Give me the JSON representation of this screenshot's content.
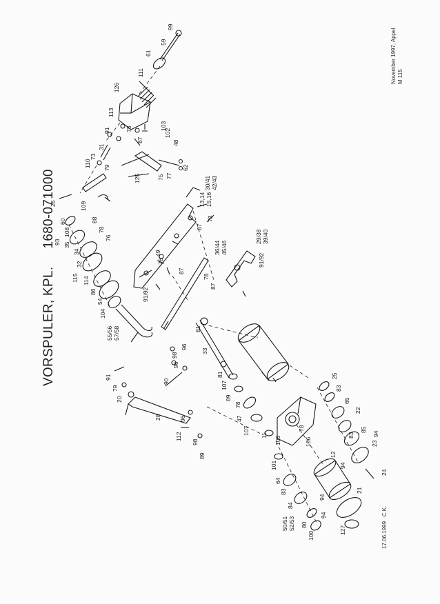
{
  "title": {
    "name": "VORSPULER, KPL.",
    "number": "1680-071000"
  },
  "stamp": {
    "date": "November 1997, Appel",
    "code": "M 115"
  },
  "footer": {
    "date": "17.06.1999",
    "initials": "C.K."
  },
  "colors": {
    "ink": "#1a1a1a",
    "paper": "#fbfbfb"
  },
  "callouts": [
    "99",
    "59",
    "61",
    "111",
    "126",
    "113",
    "78",
    "103",
    "91",
    "102",
    "48",
    "87",
    "31",
    "73",
    "110",
    "79",
    "125",
    "75",
    "77",
    "62",
    "26",
    "60",
    "109",
    "88",
    "78",
    "76",
    "93",
    "108",
    "35",
    "34",
    "32",
    "115",
    "114",
    "86",
    "54",
    "104",
    "55/56",
    "57/58",
    "30/41",
    "42/43",
    "13,14",
    "15,16",
    "87",
    "78",
    "36/44",
    "45/46",
    "29/38",
    "39/40",
    "49",
    "78",
    "87",
    "91/92",
    "91/92",
    "78",
    "87",
    "81",
    "96",
    "98",
    "33",
    "96",
    "90",
    "91",
    "79",
    "20",
    "28",
    "96",
    "112",
    "98",
    "89",
    "81",
    "107",
    "89",
    "78",
    "47",
    "107",
    "11",
    "105",
    "78",
    "106",
    "25",
    "83",
    "65",
    "22",
    "85",
    "83",
    "94",
    "23",
    "12",
    "94",
    "24",
    "101",
    "64",
    "83",
    "84",
    "94",
    "21",
    "50/51",
    "52/53",
    "80",
    "100",
    "94",
    "127"
  ]
}
